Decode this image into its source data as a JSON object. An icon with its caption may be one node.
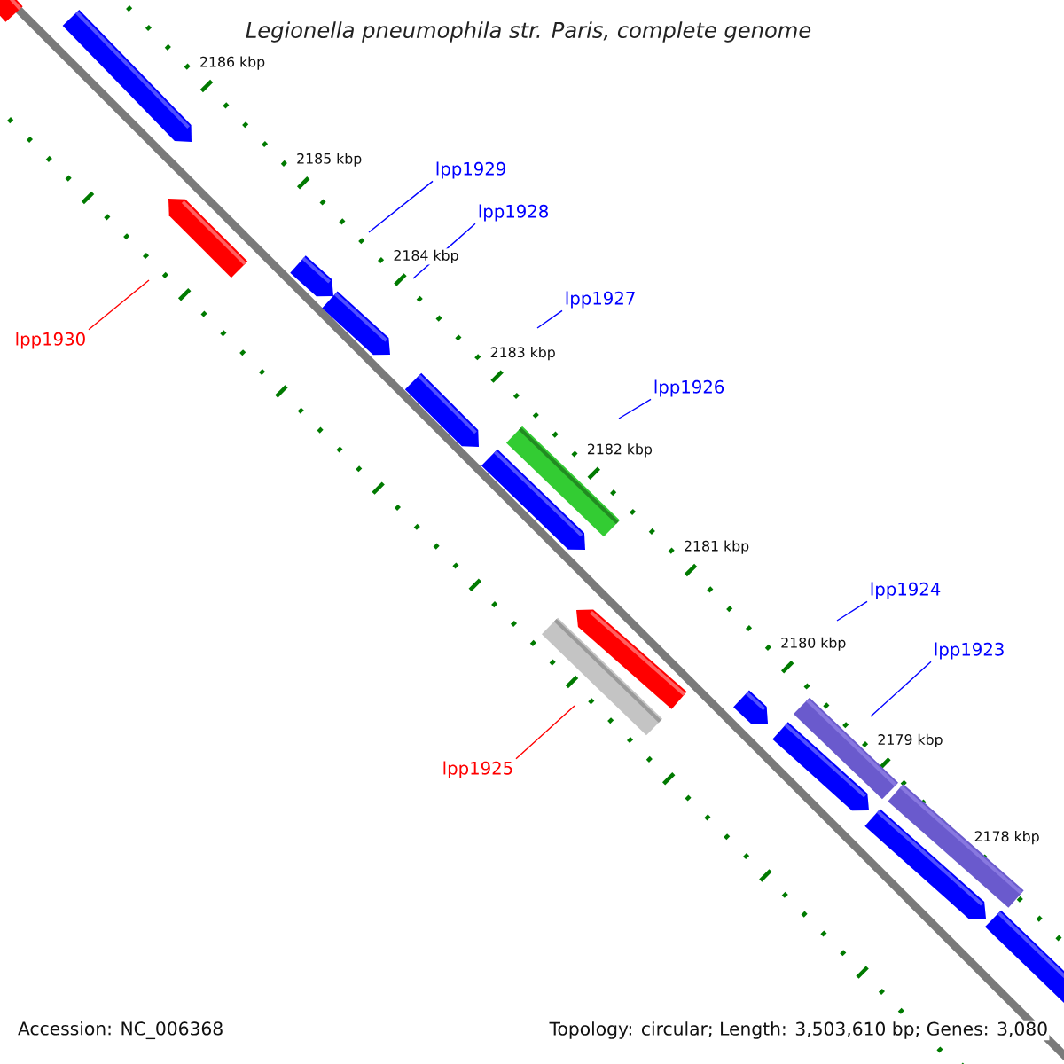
{
  "diagram": {
    "title": "Legionella pneumophila str. Paris, complete genome",
    "nodes": [
      {
        "text": [
          "lpp1929"
        ]
      },
      {
        "text": [
          "lpp1928"
        ]
      },
      {
        "text": [
          "lpp1927"
        ]
      },
      {
        "text": [
          "lpp1930"
        ]
      },
      {
        "text": [
          "lpp1926"
        ]
      },
      {
        "text": [
          "lpp1924"
        ]
      },
      {
        "text": [
          "lpp1923"
        ]
      },
      {
        "text": [
          "lpp1925"
        ]
      }
    ],
    "edges": [
      {
        "from": 0,
        "to": null,
        "arrow": "none"
      },
      {
        "from": 1,
        "to": null,
        "arrow": "none"
      },
      {
        "from": 2,
        "to": null,
        "arrow": "none"
      },
      {
        "from": 3,
        "to": null,
        "arrow": "none",
        "color": "#ff0000"
      },
      {
        "from": 4,
        "to": null,
        "arrow": "none"
      },
      {
        "from": 5,
        "to": null,
        "arrow": "none"
      },
      {
        "from": 6,
        "to": null,
        "arrow": "none"
      },
      {
        "from": 7,
        "to": null,
        "arrow": "none",
        "color": "#ff0000"
      }
    ],
    "labels": [
      "2186 kbp",
      "2185 kbp",
      "2184 kbp",
      "2183 kbp",
      "2182 kbp",
      "2181 kbp",
      "2180 kbp",
      "2179 kbp",
      "2178 kbp",
      "Accession: NC_006368",
      "Topology: circular; Length: 3,503,610 bp; Genes: 3,080"
    ]
  }
}
